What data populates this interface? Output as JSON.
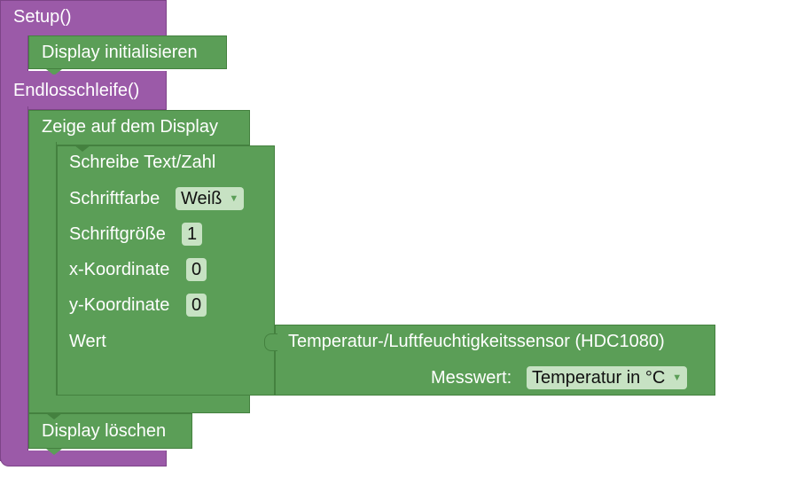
{
  "setup_block": {
    "label": "Setup()",
    "children": {
      "display_init": {
        "label": "Display initialisieren"
      }
    }
  },
  "loop_block": {
    "label": "Endlosschleife()",
    "show_on_display": {
      "label": "Zeige auf dem Display",
      "write_text": {
        "label": "Schreibe Text/Zahl",
        "font_color_label": "Schriftfarbe",
        "font_color_value": "Weiß",
        "font_size_label": "Schriftgröße",
        "font_size_value": "1",
        "x_label": "x-Koordinate",
        "x_value": "0",
        "y_label": "y-Koordinate",
        "y_value": "0",
        "value_label": "Wert"
      }
    },
    "sensor_block": {
      "label": "Temperatur-/Luftfeuchtigkeitssensor (HDC1080)",
      "measure_label": "Messwert:",
      "measure_value": "Temperatur in °C"
    },
    "clear_display": {
      "label": "Display löschen"
    }
  },
  "colors": {
    "control_purple": "#9b5aa8",
    "display_green": "#5b9e57",
    "field_bg": "#c7e2c3",
    "dropdown_arrow": "#5b9e57"
  },
  "icons": {
    "dropdown": "dropdown-arrow-icon"
  }
}
